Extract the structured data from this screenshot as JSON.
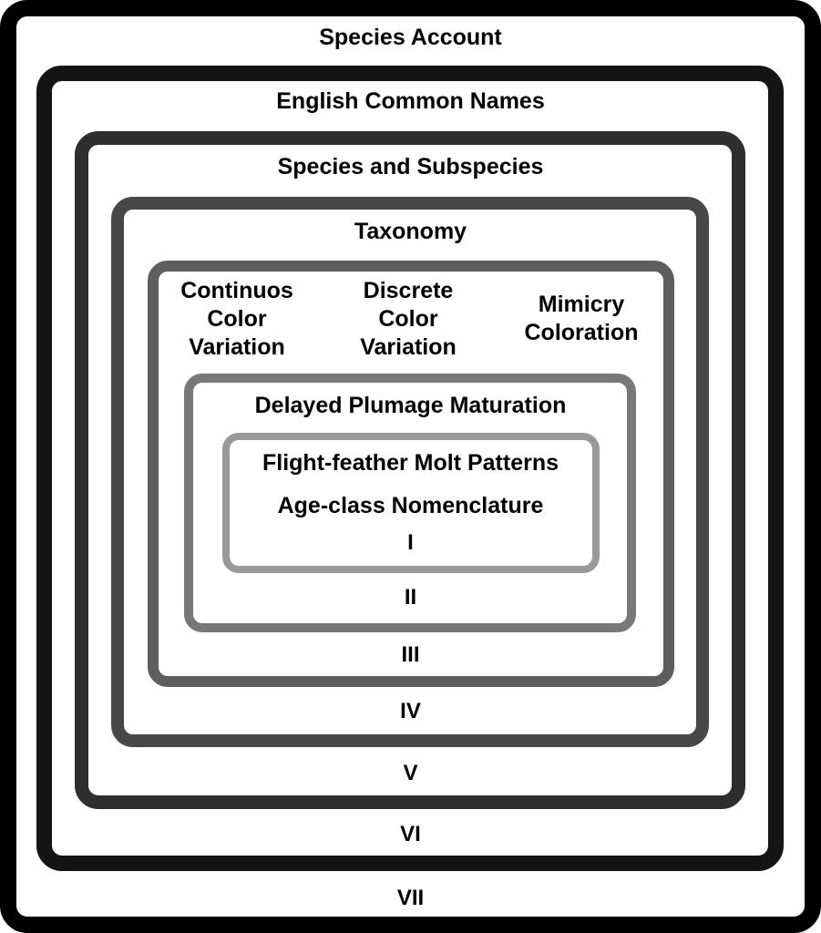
{
  "layers": {
    "vii": {
      "title": "Species Account",
      "roman": "VII",
      "color": "#000000"
    },
    "vi": {
      "title": "English Common Names",
      "roman": "VI",
      "color": "#141414"
    },
    "v": {
      "title": "Species and Subspecies",
      "roman": "V",
      "color": "#2e2e2e"
    },
    "iv": {
      "title": "Taxonomy",
      "roman": "IV",
      "color": "#474747"
    },
    "iii": {
      "items": [
        "Continuos\nColor\nVariation",
        "Discrete\nColor\nVariation",
        "Mimicry\nColoration"
      ],
      "roman": "III",
      "color": "#5e5e5e"
    },
    "ii": {
      "title": "Delayed Plumage Maturation",
      "roman": "II",
      "color": "#787878"
    },
    "i": {
      "title": "Flight-feather Molt Patterns",
      "subtitle": "Age-class Nomenclature",
      "roman": "I",
      "color": "#999999"
    }
  }
}
